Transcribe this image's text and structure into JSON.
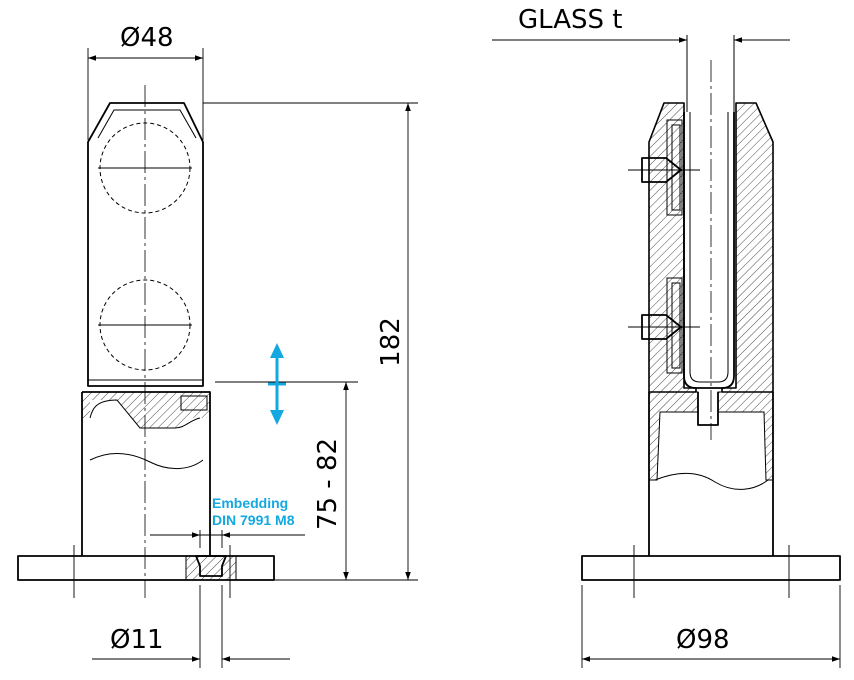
{
  "colors": {
    "line": "#000000",
    "accent": "#14a8e0",
    "background": "#ffffff"
  },
  "dimensions": {
    "diameter_top": "Ø48",
    "total_height": "182",
    "embed_depth": "75 - 82",
    "bolt_diameter": "Ø11",
    "base_diameter": "Ø98",
    "glass_thickness": "GLASS t"
  },
  "note": {
    "line1": "Embedding",
    "line2": "DIN 7991 M8"
  },
  "icons": {
    "adjust": "double-arrow-vertical-icon"
  }
}
